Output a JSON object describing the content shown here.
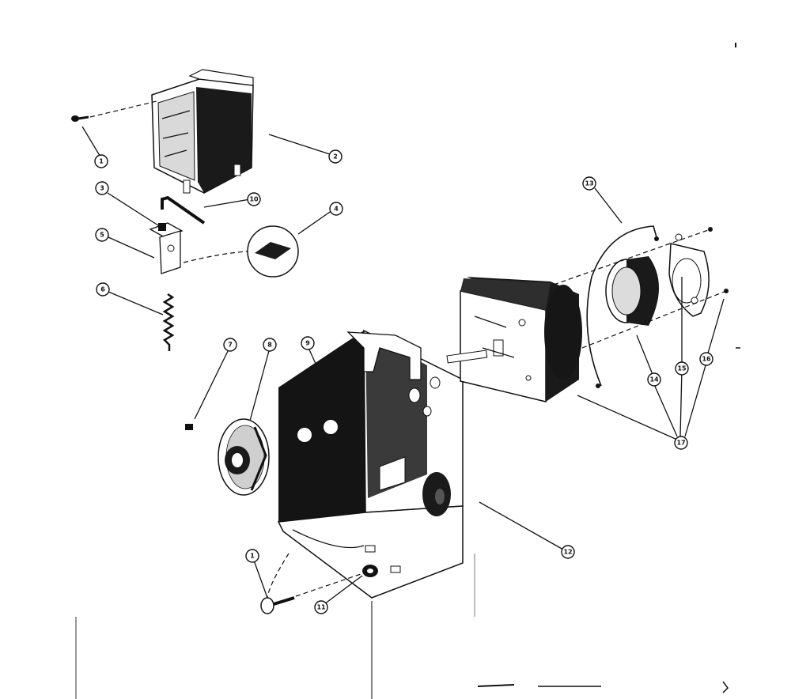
{
  "callouts": [
    {
      "id": "c1a",
      "label": "1"
    },
    {
      "id": "c2",
      "label": "2"
    },
    {
      "id": "c3",
      "label": "3"
    },
    {
      "id": "c10",
      "label": "10"
    },
    {
      "id": "c4",
      "label": "4"
    },
    {
      "id": "c5",
      "label": "5"
    },
    {
      "id": "c6",
      "label": "6"
    },
    {
      "id": "c7",
      "label": "7"
    },
    {
      "id": "c8",
      "label": "8"
    },
    {
      "id": "c9",
      "label": "9"
    },
    {
      "id": "c1b",
      "label": "1"
    },
    {
      "id": "c11",
      "label": "11"
    },
    {
      "id": "c12",
      "label": "12"
    },
    {
      "id": "c13",
      "label": "13"
    },
    {
      "id": "c14",
      "label": "14"
    },
    {
      "id": "c15",
      "label": "15"
    },
    {
      "id": "c16",
      "label": "16"
    },
    {
      "id": "c17",
      "label": "17"
    }
  ]
}
